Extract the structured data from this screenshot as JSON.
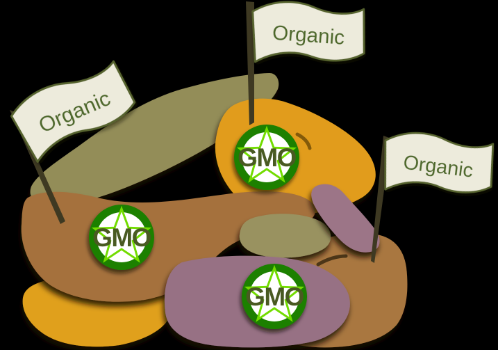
{
  "scene": {
    "description": "Illustration of overlapping farm fields, three marked with Organic flags and three stamped with GMO badges"
  },
  "flags": [
    {
      "label": "Organic"
    },
    {
      "label": "Organic"
    },
    {
      "label": "Organic"
    }
  ],
  "badges": [
    {
      "label": "GMO"
    },
    {
      "label": "GMO"
    },
    {
      "label": "GMO"
    }
  ],
  "colors": {
    "background": "#000000",
    "field_olive_band": "#938D58",
    "field_orange": "#E19C1A",
    "field_amber": "#E0A01C",
    "field_brown_left": "#A5713C",
    "field_brown_right": "#A9773F",
    "field_olive_small": "#999260",
    "field_purple_band": "#9C7487",
    "field_purple_large": "#977184",
    "crease_orange": "#6B4A06",
    "crease_brown": "#3C2A12",
    "flag_fill": "#EDEBDC",
    "flag_border": "#57642F",
    "flag_text": "#4E672C",
    "pole": "#3E3922",
    "badge_ring": "#1A8000",
    "badge_inner": "#FFFFFF",
    "badge_star": "#72DC00",
    "badge_text": "#4A5A24"
  }
}
